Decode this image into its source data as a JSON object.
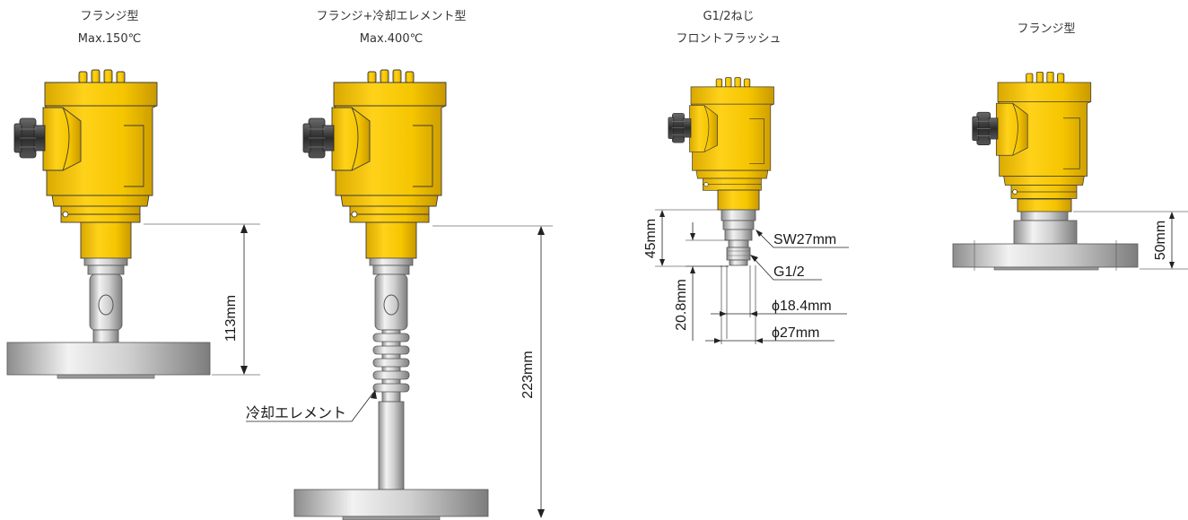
{
  "products": [
    {
      "title_line1": "フランジ型",
      "title_line2": "Max.150℃"
    },
    {
      "title_line1": "フランジ+冷却エレメント型",
      "title_line2": "Max.400℃"
    },
    {
      "title_line1": "G1/2ねじ",
      "title_line2": "フロントフラッシュ"
    },
    {
      "title_line1": "フランジ型",
      "title_line2": ""
    }
  ],
  "dimensions": {
    "flange_150": "113mm",
    "flange_400": "223mm",
    "cooling_label": "冷却エレメント",
    "thread_height": "45mm",
    "thread_sw": "SW27mm",
    "thread_g": "G1/2",
    "thread_len": "20.8mm",
    "thread_d1": "ϕ18.4mm",
    "thread_d2": "ϕ27mm",
    "flange_short": "50mm"
  },
  "colors": {
    "housing": "#f2c200",
    "housing_shadow": "#c99d00",
    "metal": "#c8c8c8",
    "gland": "#3a3a3a"
  },
  "icons": [
    "sensor-housing",
    "cable-gland",
    "flange",
    "cooling-element",
    "thread-fitting"
  ]
}
